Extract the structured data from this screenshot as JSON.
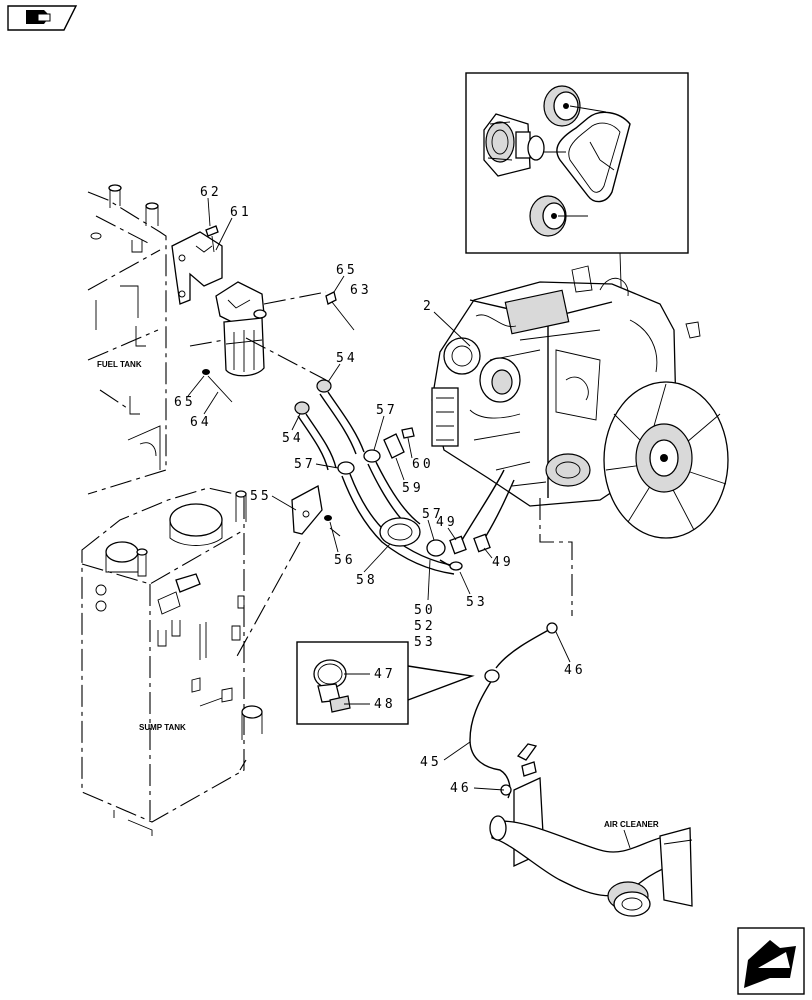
{
  "labels": {
    "fuel_tank": "FUEL TANK",
    "sump_tank": "SUMP TANK",
    "air_cleaner": "AIR CLEANER"
  },
  "callouts": {
    "c2": "2",
    "c62": "62",
    "c61": "61",
    "c65a": "65",
    "c63": "63",
    "c65b": "65",
    "c64": "64",
    "c54a": "54",
    "c54b": "54",
    "c57a": "57",
    "c57b": "57",
    "c57c": "57",
    "c60": "60",
    "c59": "59",
    "c55": "55",
    "c56": "56",
    "c58": "58",
    "c49a": "49",
    "c49b": "49",
    "c50": "50",
    "c52": "52",
    "c53a": "53",
    "c53b": "53",
    "c46a": "46",
    "c46b": "46",
    "c47": "47",
    "c48": "48",
    "c45": "45"
  },
  "icons": {
    "top_left": "book-icon",
    "bottom_right": "arrow-icon"
  }
}
